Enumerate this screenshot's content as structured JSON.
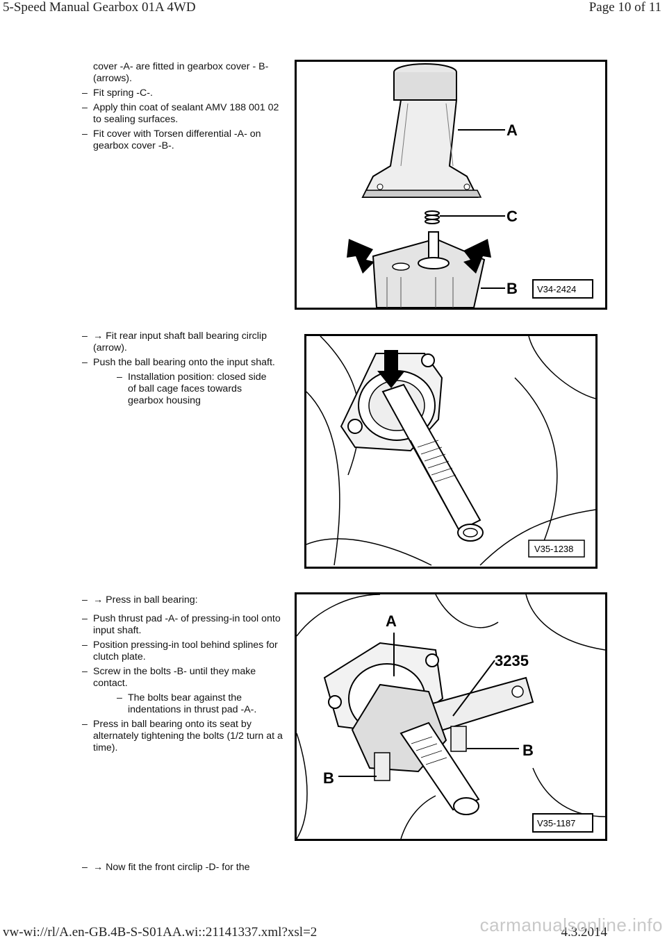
{
  "header": {
    "title": "5-Speed Manual Gearbox 01A 4WD",
    "page": "Page 10 of 11"
  },
  "footer": {
    "url": "vw-wi://rl/A.en-GB.4B-S-S01AA.wi::21141337.xml?xsl=2",
    "date": "4.3.2014",
    "watermark": "carmanualsonline.info"
  },
  "section1": {
    "continuation": "cover -A- are fitted in gearbox cover - B- (arrows).",
    "steps": [
      "Fit spring -C-.",
      "Apply thin coat of sealant AMV 188 001 02 to sealing surfaces.",
      "Fit cover with Torsen differential -A- on gearbox cover -B-."
    ],
    "figure": {
      "code": "V34-2424",
      "labels": [
        "A",
        "C",
        "B"
      ]
    }
  },
  "section2": {
    "steps": [
      "→ Fit rear input shaft ball bearing circlip (arrow).",
      "Push the ball bearing onto the input shaft."
    ],
    "sub": "Installation position: closed side of ball cage faces towards gearbox housing",
    "figure": {
      "code": "V35-1238"
    }
  },
  "section3": {
    "steps": [
      "→ Press in ball bearing:",
      "Push thrust pad -A- of pressing-in tool onto input shaft.",
      "Position pressing-in tool behind splines for clutch plate.",
      "Screw in the bolts -B- until they make contact."
    ],
    "sub": "The bolts bear against the indentations in thrust pad -A-.",
    "last_step": "Press in ball bearing onto its seat by alternately tightening the bolts (1/2 turn at a time).",
    "figure": {
      "code": "V35-1187",
      "labels": [
        "A",
        "3235",
        "B",
        "B"
      ]
    }
  },
  "section4": {
    "step": "→ Now fit the front circlip -D- for the"
  },
  "dash": "–"
}
